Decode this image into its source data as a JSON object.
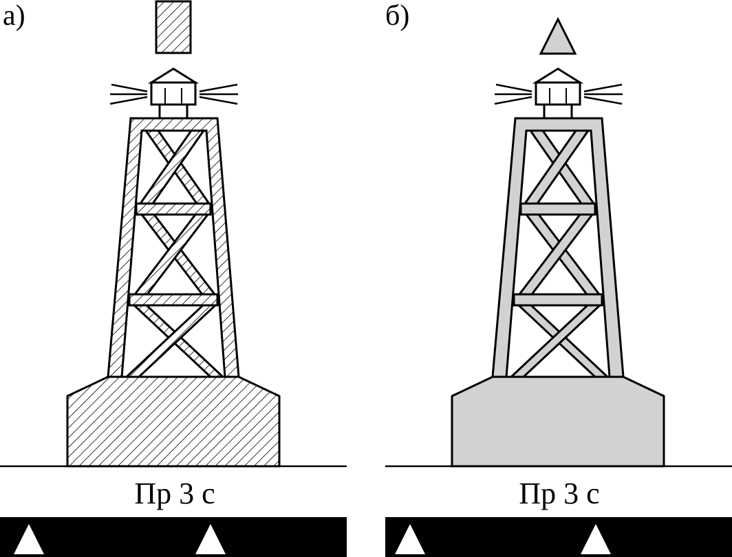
{
  "panels": [
    {
      "label": "а)",
      "characteristic": "Пр 3 с",
      "fill_style": "hatched",
      "topmark": "rectangle"
    },
    {
      "label": "б)",
      "characteristic": "Пр 3 с",
      "fill_style": "solid",
      "topmark": "triangle"
    }
  ],
  "colors": {
    "structure_fill": "#d2d2d2",
    "outline": "#000000",
    "light_band": "#000000",
    "flash_marker": "#ffffff"
  }
}
